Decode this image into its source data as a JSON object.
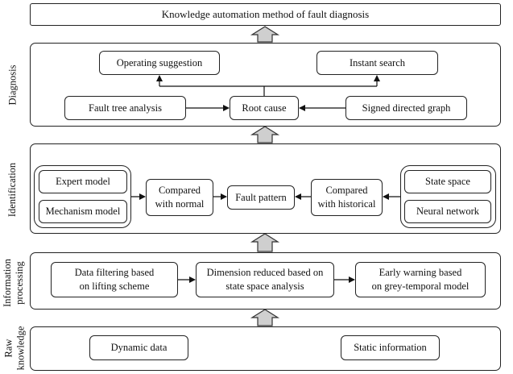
{
  "title": "Knowledge automation method of fault diagnosis",
  "layers": {
    "diagnosis": "Diagnosis",
    "identification": "Identification",
    "information_processing": [
      "Information",
      "processing"
    ],
    "raw_knowledge": [
      "Raw",
      "knowledge"
    ]
  },
  "diagnosis": {
    "operating_suggestion": "Operating suggestion",
    "instant_search": "Instant search",
    "fault_tree": "Fault tree analysis",
    "root_cause": "Root cause",
    "signed_graph": "Signed directed graph"
  },
  "identification": {
    "expert_model": "Expert model",
    "mechanism_model": "Mechanism model",
    "compared_normal": [
      "Compared",
      "with normal"
    ],
    "fault_pattern": "Fault pattern",
    "compared_historical": [
      "Compared",
      "with historical"
    ],
    "state_space": "State space",
    "neural_network": "Neural network"
  },
  "processing": {
    "data_filtering": [
      "Data filtering based",
      "on lifting scheme"
    ],
    "dimension_reduced": [
      "Dimension reduced based on",
      "state space analysis"
    ],
    "early_warning": [
      "Early warning based",
      "on grey-temporal model"
    ]
  },
  "raw": {
    "dynamic_data": "Dynamic data",
    "static_information": "Static information"
  }
}
